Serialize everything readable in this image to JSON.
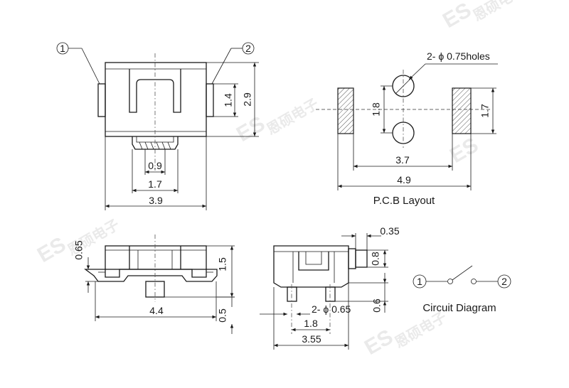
{
  "watermark": "ES",
  "watermark_cn": "恩硕电子",
  "callouts": {
    "pin1": "1",
    "pin2": "2"
  },
  "top_view": {
    "dim_width": "3.9",
    "dim_stem_width": "1.7",
    "dim_stem_inner": "0.9",
    "dim_pad_height": "1.4",
    "dim_body_height": "2.9"
  },
  "pcb_layout": {
    "caption": "P.C.B Layout",
    "holes_note": "2- ϕ 0.75holes",
    "dim_hole_pitch": "1.8",
    "dim_pad_height": "1.7",
    "dim_inner": "3.7",
    "dim_outer": "4.9"
  },
  "front_view": {
    "dim_lead": "0.65",
    "dim_height": "1.5",
    "dim_width": "4.4",
    "dim_standoff": "0.5"
  },
  "side_view": {
    "dim_top": "0.35",
    "dim_right_upper": "0.8",
    "dim_right_lower": "0.6",
    "pin_note": "2- ϕ 0.65",
    "dim_pin_pitch": "1.8",
    "dim_total": "3.55"
  },
  "circuit": {
    "caption": "Circuit Diagram",
    "pin1": "1",
    "pin2": "2"
  }
}
